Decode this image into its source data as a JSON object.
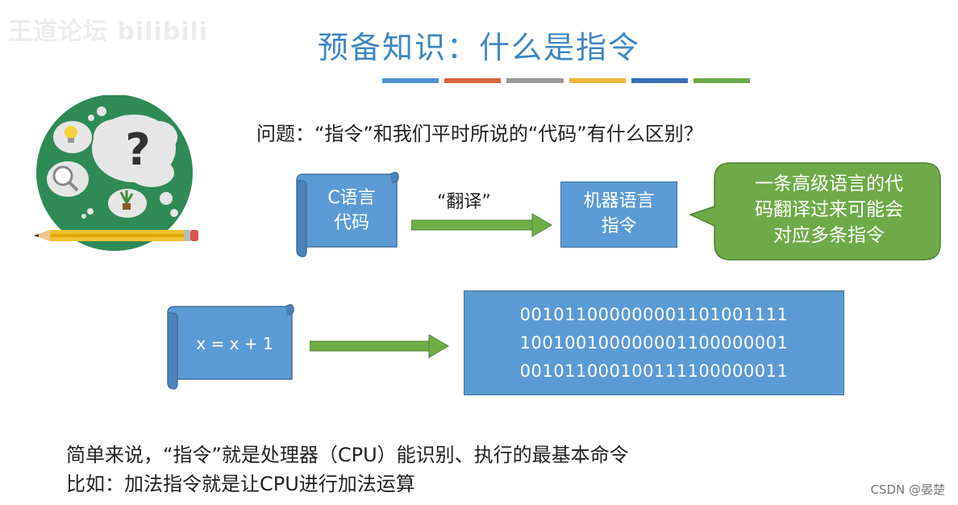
{
  "watermark": "王道论坛 bilibili",
  "title": "预备知识：什么是指令",
  "stripe_colors": [
    "#4f93cf",
    "#d5643a",
    "#999999",
    "#f2b63b",
    "#3a6db5",
    "#6eaa47"
  ],
  "question": "问题：“指令”和我们平时所说的“代码”有什么区别？",
  "c_code_scroll": [
    "C语言",
    "代码"
  ],
  "translate_label": "“翻译”",
  "machine_box": [
    "机器语言",
    "指令"
  ],
  "bubble_lines": [
    "一条高级语言的代",
    "码翻译过来可能会",
    "对应多条指令"
  ],
  "code_example": "x = x + 1",
  "binary_lines": [
    "001011000000001101001111",
    "100100100000001100000001",
    "001011000100111100000011"
  ],
  "summary_lines": [
    "简单来说，“指令”就是处理器（CPU）能识别、执行的最基本命令",
    "比如：加法指令就是让CPU进行加法运算"
  ],
  "credit": "CSDN @晏楚",
  "colors": {
    "title": "#3f86c3",
    "box_blue": "#5b9bd5",
    "arrow_green": "#70ad47",
    "bubble_green": "#6eaa47",
    "badge_green": "#2e8b57"
  }
}
